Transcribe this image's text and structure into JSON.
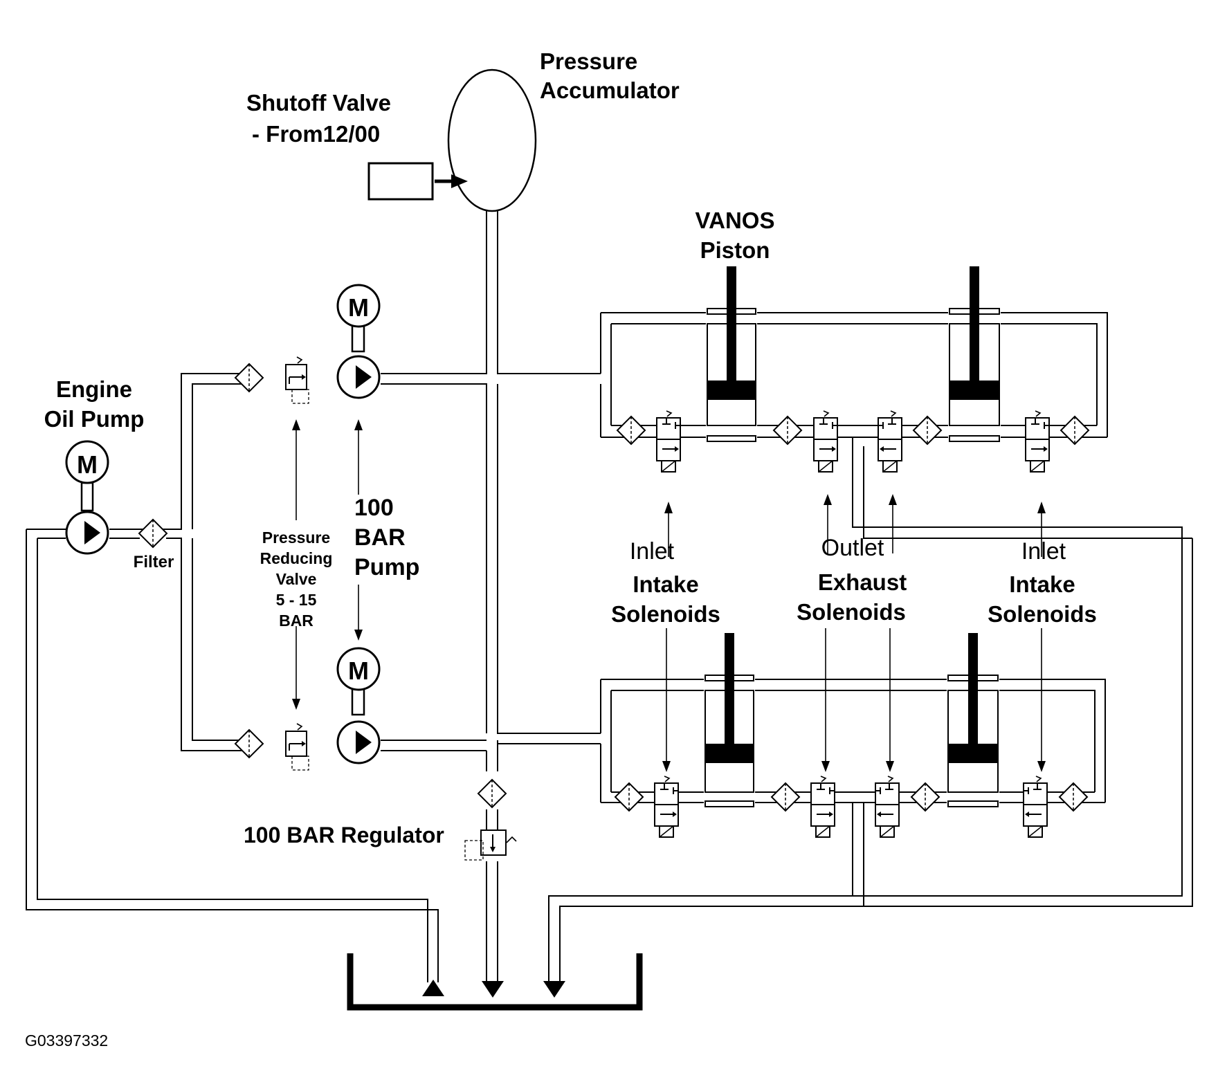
{
  "labels": {
    "pressure_accumulator_1": "Pressure",
    "pressure_accumulator_2": "Accumulator",
    "shutoff_valve_1": "Shutoff Valve",
    "shutoff_valve_2": "- From12/00",
    "vanos_piston_1": "VANOS",
    "vanos_piston_2": "Piston",
    "engine_oil_pump_1": "Engine",
    "engine_oil_pump_2": "Oil Pump",
    "filter": "Filter",
    "pressure_reducing_valve_1": "Pressure",
    "pressure_reducing_valve_2": "Reducing",
    "pressure_reducing_valve_3": "Valve",
    "pressure_reducing_valve_4": "5 - 15",
    "pressure_reducing_valve_5": "BAR",
    "bar_pump_1": "100",
    "bar_pump_2": "BAR",
    "bar_pump_3": "Pump",
    "inlet_left": "Inlet",
    "intake_left": "Intake",
    "solenoids_left": "Solenoids",
    "outlet": "Outlet",
    "exhaust": "Exhaust",
    "solenoids_mid": "Solenoids",
    "inlet_right": "Inlet",
    "intake_right": "Intake",
    "solenoids_right": "Solenoids",
    "regulator": "100 BAR Regulator",
    "figure_id": "G03397332"
  },
  "motor_symbol": "M",
  "icons": {
    "motor": "motor-circle-icon",
    "pump": "pump-triangle-icon",
    "filter": "filter-diamond-icon",
    "solenoid": "solenoid-valve-icon",
    "reservoir": "oil-reservoir-icon"
  }
}
